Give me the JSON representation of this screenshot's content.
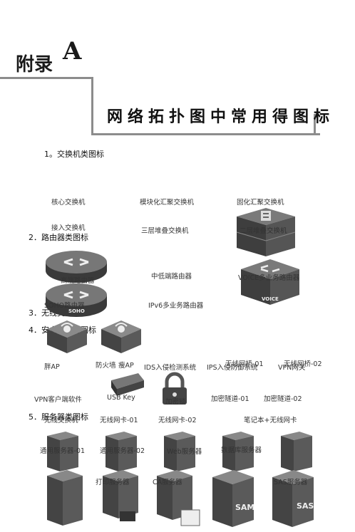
{
  "header": {
    "appendix_label": "附录",
    "appendix_letter": "A",
    "title": "网络拓扑图中常用得图标"
  },
  "sections": {
    "switch": "1。交换机类图标",
    "router": "2．路由器类图标",
    "wireless": "3．无线类图标",
    "security": "4．安全设备类图标",
    "server": "5．服务器类图标"
  },
  "labels": {
    "core_switch": "核心交换机",
    "modular_agg_switch": "模块化汇聚交换机",
    "fixed_agg_switch": "固化汇聚交换机",
    "access_switch": "接入交换机",
    "l3_stack_switch": "三层堆叠交换机",
    "l2_stack_switch": "二层堆叠交换机",
    "high_end_router": "高端路由器",
    "mid_low_router": "中低端路由器",
    "voice_router": "VOICE多业务路由器",
    "soho_router": "SOHO路由器",
    "ipv6_router": "IPv6多业务路由器",
    "fat_ap": "胖AP",
    "fit_ap": "瘦AP",
    "firewall": "防火墙",
    "ids": "IDS入侵检测系统",
    "ips": "IPS入侵防御系统",
    "wireless_bridge_01": "无线网桥-01",
    "wireless_bridge_02": "无线网桥-02",
    "vpn_gateway": "VPN网关",
    "vpn_client": "VPN客户端软件",
    "usb_key": "USB Key",
    "lock": "加密锁",
    "encrypt_tunnel_01": "加密隧道-01",
    "encrypt_tunnel_02": "加密隧道-02",
    "wireless_switch": "无线交换机",
    "wireless_nic_01": "无线网卡-01",
    "wireless_nic_02": "无线网卡-02",
    "laptop_wireless": "笔记本+无线网卡",
    "general_server_01": "通用服务器-01",
    "general_server_02": "通用服务器-02",
    "web_server": "Web服务器",
    "db_server": "数据库服务器",
    "print_server": "打印服务器",
    "ca_server": "CA服务器",
    "sas_server": "SAS服务器"
  },
  "device_text": {
    "voice": "VOICE",
    "soho": "SOHO",
    "sam": "SAM",
    "sas": "SAS"
  },
  "colors": {
    "device_dark": "#4a4a4a",
    "device_light": "#8a8a8a",
    "rule": "#8c8c8c"
  }
}
